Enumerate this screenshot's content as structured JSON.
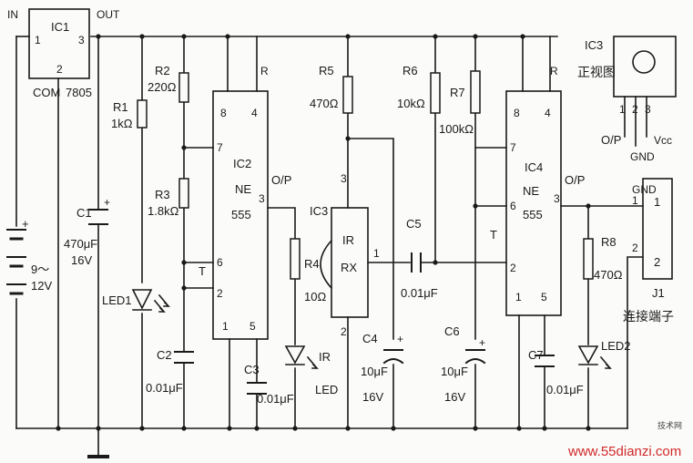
{
  "ic1": {
    "name": "IC1",
    "in": "IN",
    "out": "OUT",
    "com": "COM",
    "part": "7805",
    "pin1": "1",
    "pin2": "2",
    "pin3": "3"
  },
  "battery": {
    "plus": "+",
    "v1": "9～",
    "v2": "12V"
  },
  "c1": {
    "name": "C1",
    "v1": "470μF",
    "v2": "16V",
    "plus": "+"
  },
  "r1": {
    "name": "R1",
    "val": "1kΩ"
  },
  "led1": {
    "name": "LED1"
  },
  "r2": {
    "name": "R2",
    "val": "220Ω"
  },
  "r3": {
    "name": "R3",
    "val": "1.8kΩ"
  },
  "t_left": "T",
  "c2": {
    "name": "C2",
    "val": "0.01μF"
  },
  "ic2": {
    "name": "IC2",
    "n1": "NE",
    "n2": "555",
    "p8": "8",
    "p4": "4",
    "p7": "7",
    "p3": "3",
    "p6": "6",
    "p2": "2",
    "p1": "1",
    "p5": "5",
    "r": "R",
    "op": "O/P"
  },
  "r4": {
    "name": "R4",
    "val": "10Ω"
  },
  "c3": {
    "name": "C3",
    "val": "0.01μF"
  },
  "irled": {
    "l1": "IR",
    "l2": "LED"
  },
  "r5": {
    "name": "R5",
    "val": "470Ω"
  },
  "ic3rx": {
    "name": "IC3",
    "l1": "IR",
    "l2": "RX",
    "p3": "3",
    "p1": "1",
    "p2": "2"
  },
  "c4": {
    "name": "C4",
    "v1": "10μF",
    "v2": "16V",
    "plus": "+"
  },
  "c5": {
    "name": "C5",
    "val": "0.01μF"
  },
  "r6": {
    "name": "R6",
    "val": "10kΩ"
  },
  "r7": {
    "name": "R7",
    "val": "100kΩ"
  },
  "c6": {
    "name": "C6",
    "v1": "10μF",
    "v2": "16V",
    "plus": "+"
  },
  "t_right": "T",
  "ic4": {
    "name": "IC4",
    "n1": "NE",
    "n2": "555",
    "p8": "8",
    "p4": "4",
    "p7": "7",
    "p6": "6",
    "p2": "2",
    "p1": "1",
    "p5": "5",
    "p3": "3",
    "r": "R",
    "op": "O/P"
  },
  "c7": {
    "name": "C7",
    "val": "0.01μF"
  },
  "r8": {
    "name": "R8",
    "val": "470Ω"
  },
  "led2": {
    "name": "LED2"
  },
  "ic3view": {
    "name": "IC3",
    "view": "正视图",
    "p1": "1",
    "p2": "2",
    "p3": "3",
    "op": "O/P",
    "gnd": "GND",
    "vcc": "Vcc"
  },
  "j1": {
    "name": "J1",
    "desc": "连接端子",
    "p1": "1",
    "p2": "2",
    "p1in": "1",
    "p2in": "2",
    "gnd": "GND"
  },
  "watermark": {
    "site": "www.55dianzi.com",
    "small": "技术网"
  }
}
